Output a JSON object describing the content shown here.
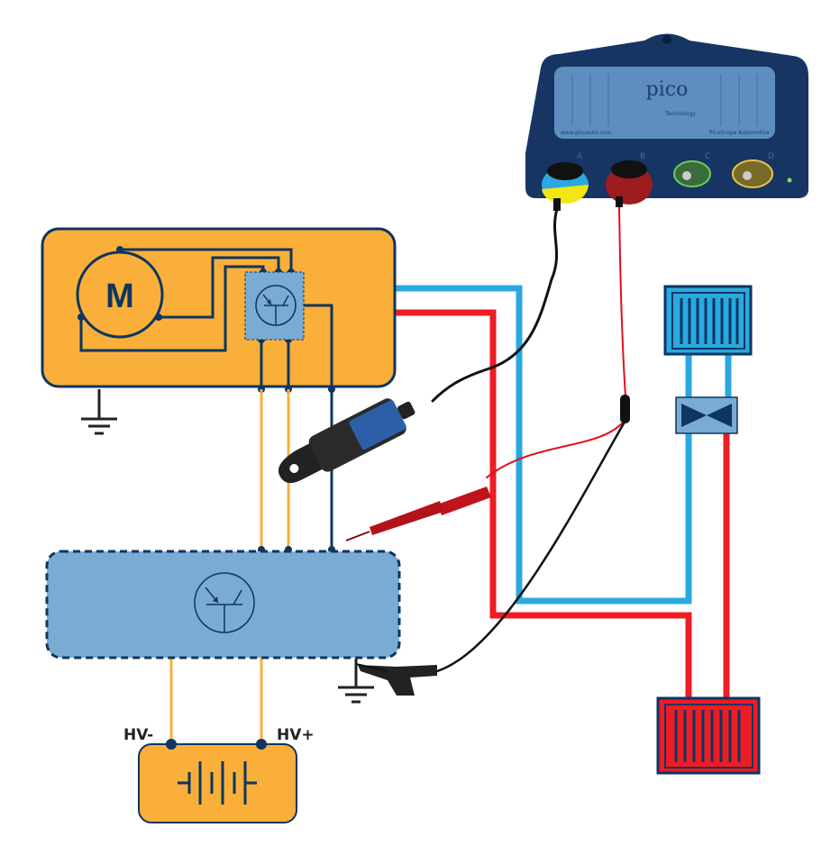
{
  "motor_module": {
    "motor_label": "M"
  },
  "battery": {
    "negative_label": "HV-",
    "positive_label": "HV+"
  },
  "oscilloscope": {
    "logo": "pico",
    "logo_sub": "Technology",
    "website": "www.picoauto.com",
    "model": "PicoScope Automotive",
    "channels": [
      "A",
      "B",
      "C",
      "D"
    ]
  },
  "colors": {
    "module_orange": "#F9AF3A",
    "transistor_blue": "#79ABD3",
    "navy": "#0D3660",
    "coolant_cold": "#29A9E0",
    "coolant_hot": "#EE1C24",
    "hv_wire": "#F9AF3A"
  }
}
